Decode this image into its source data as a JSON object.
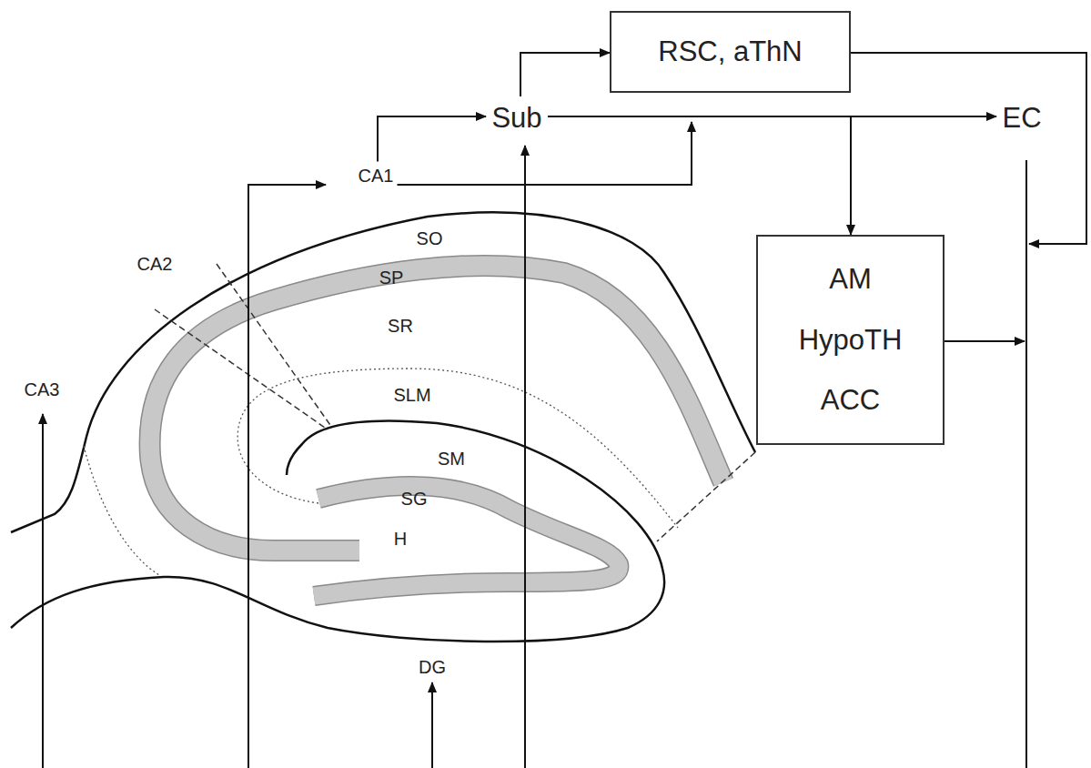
{
  "diagram": {
    "nodes": [
      {
        "text": [
          "RSC, aThN"
        ]
      },
      {
        "text": [
          "Sub"
        ]
      },
      {
        "text": [
          "EC"
        ]
      },
      {
        "text": [
          "CA1"
        ]
      },
      {
        "text": [
          "AM",
          "HypoTH",
          "ACC"
        ]
      }
    ],
    "edges": [
      {
        "from": 3,
        "to": 1,
        "arrow": "to"
      },
      {
        "from": 1,
        "to": 0,
        "arrow": "to"
      },
      {
        "from": 1,
        "to": 2,
        "arrow": "to"
      },
      {
        "from": 3,
        "to": 2,
        "arrow": "to"
      },
      {
        "from": 1,
        "to": 4,
        "arrow": "to"
      },
      {
        "from": 0,
        "to": 2,
        "arrow": "to"
      },
      {
        "from": 4,
        "to": 2,
        "arrow": "to"
      }
    ],
    "labels": [
      "SO",
      "CA2",
      "SP",
      "SR",
      "CA3",
      "SLM",
      "SM",
      "SG",
      "H",
      "DG"
    ]
  }
}
